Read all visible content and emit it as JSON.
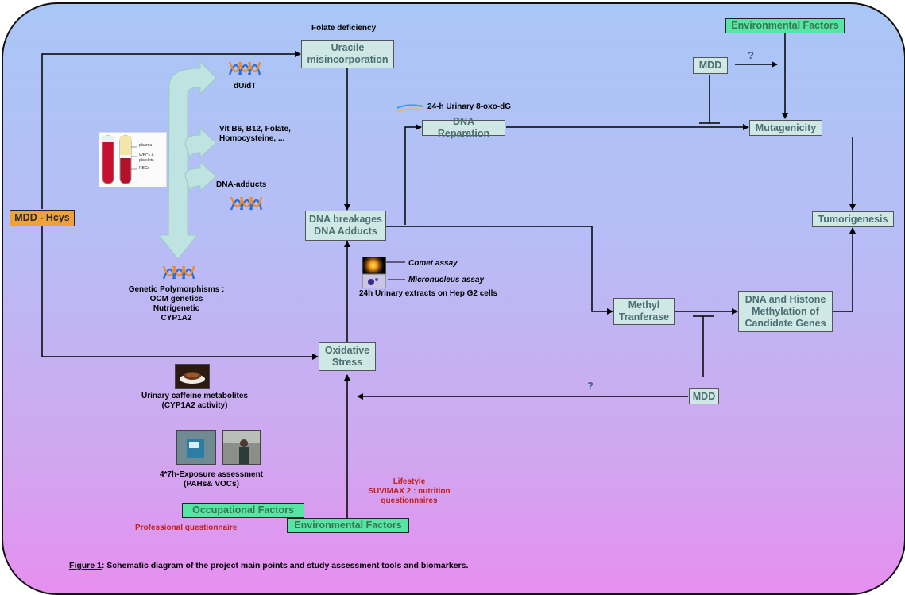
{
  "boxes": {
    "uracil": "Uracile\nmisincorporation",
    "dna_breakages": "DNA breakages\nDNA Adducts",
    "dna_reparation": "DNA Reparation",
    "mutagenicity": "Mutagenicity",
    "tumorigenesis": "Tumorigenesis",
    "methyl_transferase": "Methyl\nTranferase",
    "dna_histone": "DNA and Histone\nMethylation of\nCandidate Genes",
    "oxidative_stress": "Oxidative\nStress",
    "mdd_top": "MDD",
    "mdd_bottom": "MDD",
    "mdd_hcys": "MDD - Hcys",
    "env_factors_top": "Environmental Factors",
    "occupational_factors": "Occupational Factors",
    "env_factors_bottom": "Environmental Factors"
  },
  "labels": {
    "folate_deficiency": "Folate deficiency",
    "du_dt": "dU/dT",
    "vitamins": "Vit B6, B12, Folate,\nHomocysteine, ...",
    "dna_adducts": "DNA-adducts",
    "genetic_polymorphisms": "Genetic Polymorphisms :\nOCM genetics\nNutrigenetic\nCYP1A2",
    "urinary_8oxo": "24-h Urinary 8-oxo-dG",
    "comet_assay": "Comet  assay",
    "micronucleus_assay": "Micronucleus assay",
    "hep_g2": "24h Urinary extracts on Hep G2 cells",
    "caffeine": "Urinary caffeine metabolites\n(CYP1A2 activity)",
    "exposure": "4*7h-Exposure assessment\n(PAHs& VOCs)",
    "lifestyle": "Lifestyle\nSUVIMAX 2 : nutrition\nquestionnaires",
    "professional_questionnaire": "Professional questionnaire",
    "question_top": "?",
    "question_bottom": "?"
  },
  "tube_labels": [
    "plasma",
    "WBCs & platelets",
    "RBCs"
  ],
  "caption": {
    "prefix": "Figure 1",
    "text": ": Schematic diagram of the project main points and study assessment tools and biomarkers."
  },
  "colors": {
    "box_fill": "#cfe8e6",
    "box_text": "#4b6e70",
    "green_box": "#55e6a6",
    "orange_box": "#f0a23a",
    "red_text": "#c3201a",
    "panel_top": "#a9c6f6",
    "panel_bottom": "#e68ff0"
  }
}
